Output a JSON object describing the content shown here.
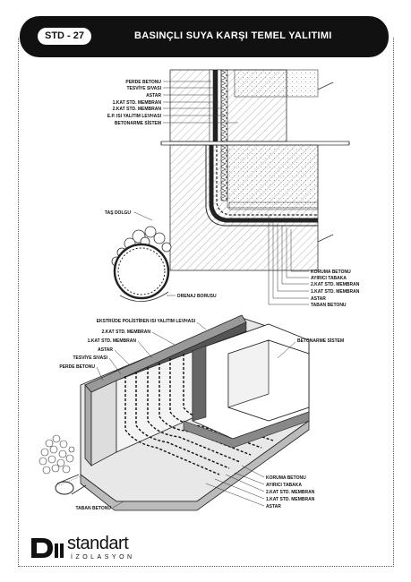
{
  "header": {
    "code": "STD - 27",
    "title": "BASINÇLI SUYA KARŞI TEMEL YALITIMI"
  },
  "section_top": {
    "labels_left": [
      "PERDE BETONU",
      "TESVİYE SIVASI",
      "ASTAR",
      "1.KAT STD. MEMBRAN",
      "2.KAT STD. MEMBRAN",
      "E.P. ISI YALITIM LEVHASI",
      "BETONARME SİSTEM"
    ],
    "tas_dolgu": "TAŞ DOLGU",
    "drenaj_borusu": "DRENAJ BORUSU",
    "labels_right": [
      "KORUMA BETONU",
      "AYIRICI TABAKA",
      "2.KAT STD. MEMBRAN",
      "1.KAT STD. MEMBRAN",
      "ASTAR",
      "TABAN BETONU"
    ]
  },
  "section_iso": {
    "labels_left": [
      "EKSTRÜDE POLİSTİREN ISI YALITIM LEVHASI",
      "2.KAT STD. MEMBRAN",
      "1.KAT STD. MEMBRAN",
      "ASTAR",
      "TESVİYE SIVASI",
      "PERDE BETONU"
    ],
    "betonarme": "BETONARME SİSTEM",
    "labels_right": [
      "KORUMA BETONU",
      "AYIRICI TABAKA",
      "2.KAT STD. MEMBRAN",
      "1.KAT STD. MEMBRAN",
      "ASTAR"
    ],
    "taban": "TABAN BETONU"
  },
  "brand": {
    "name": "standart",
    "sub": "İZOLASYON"
  }
}
